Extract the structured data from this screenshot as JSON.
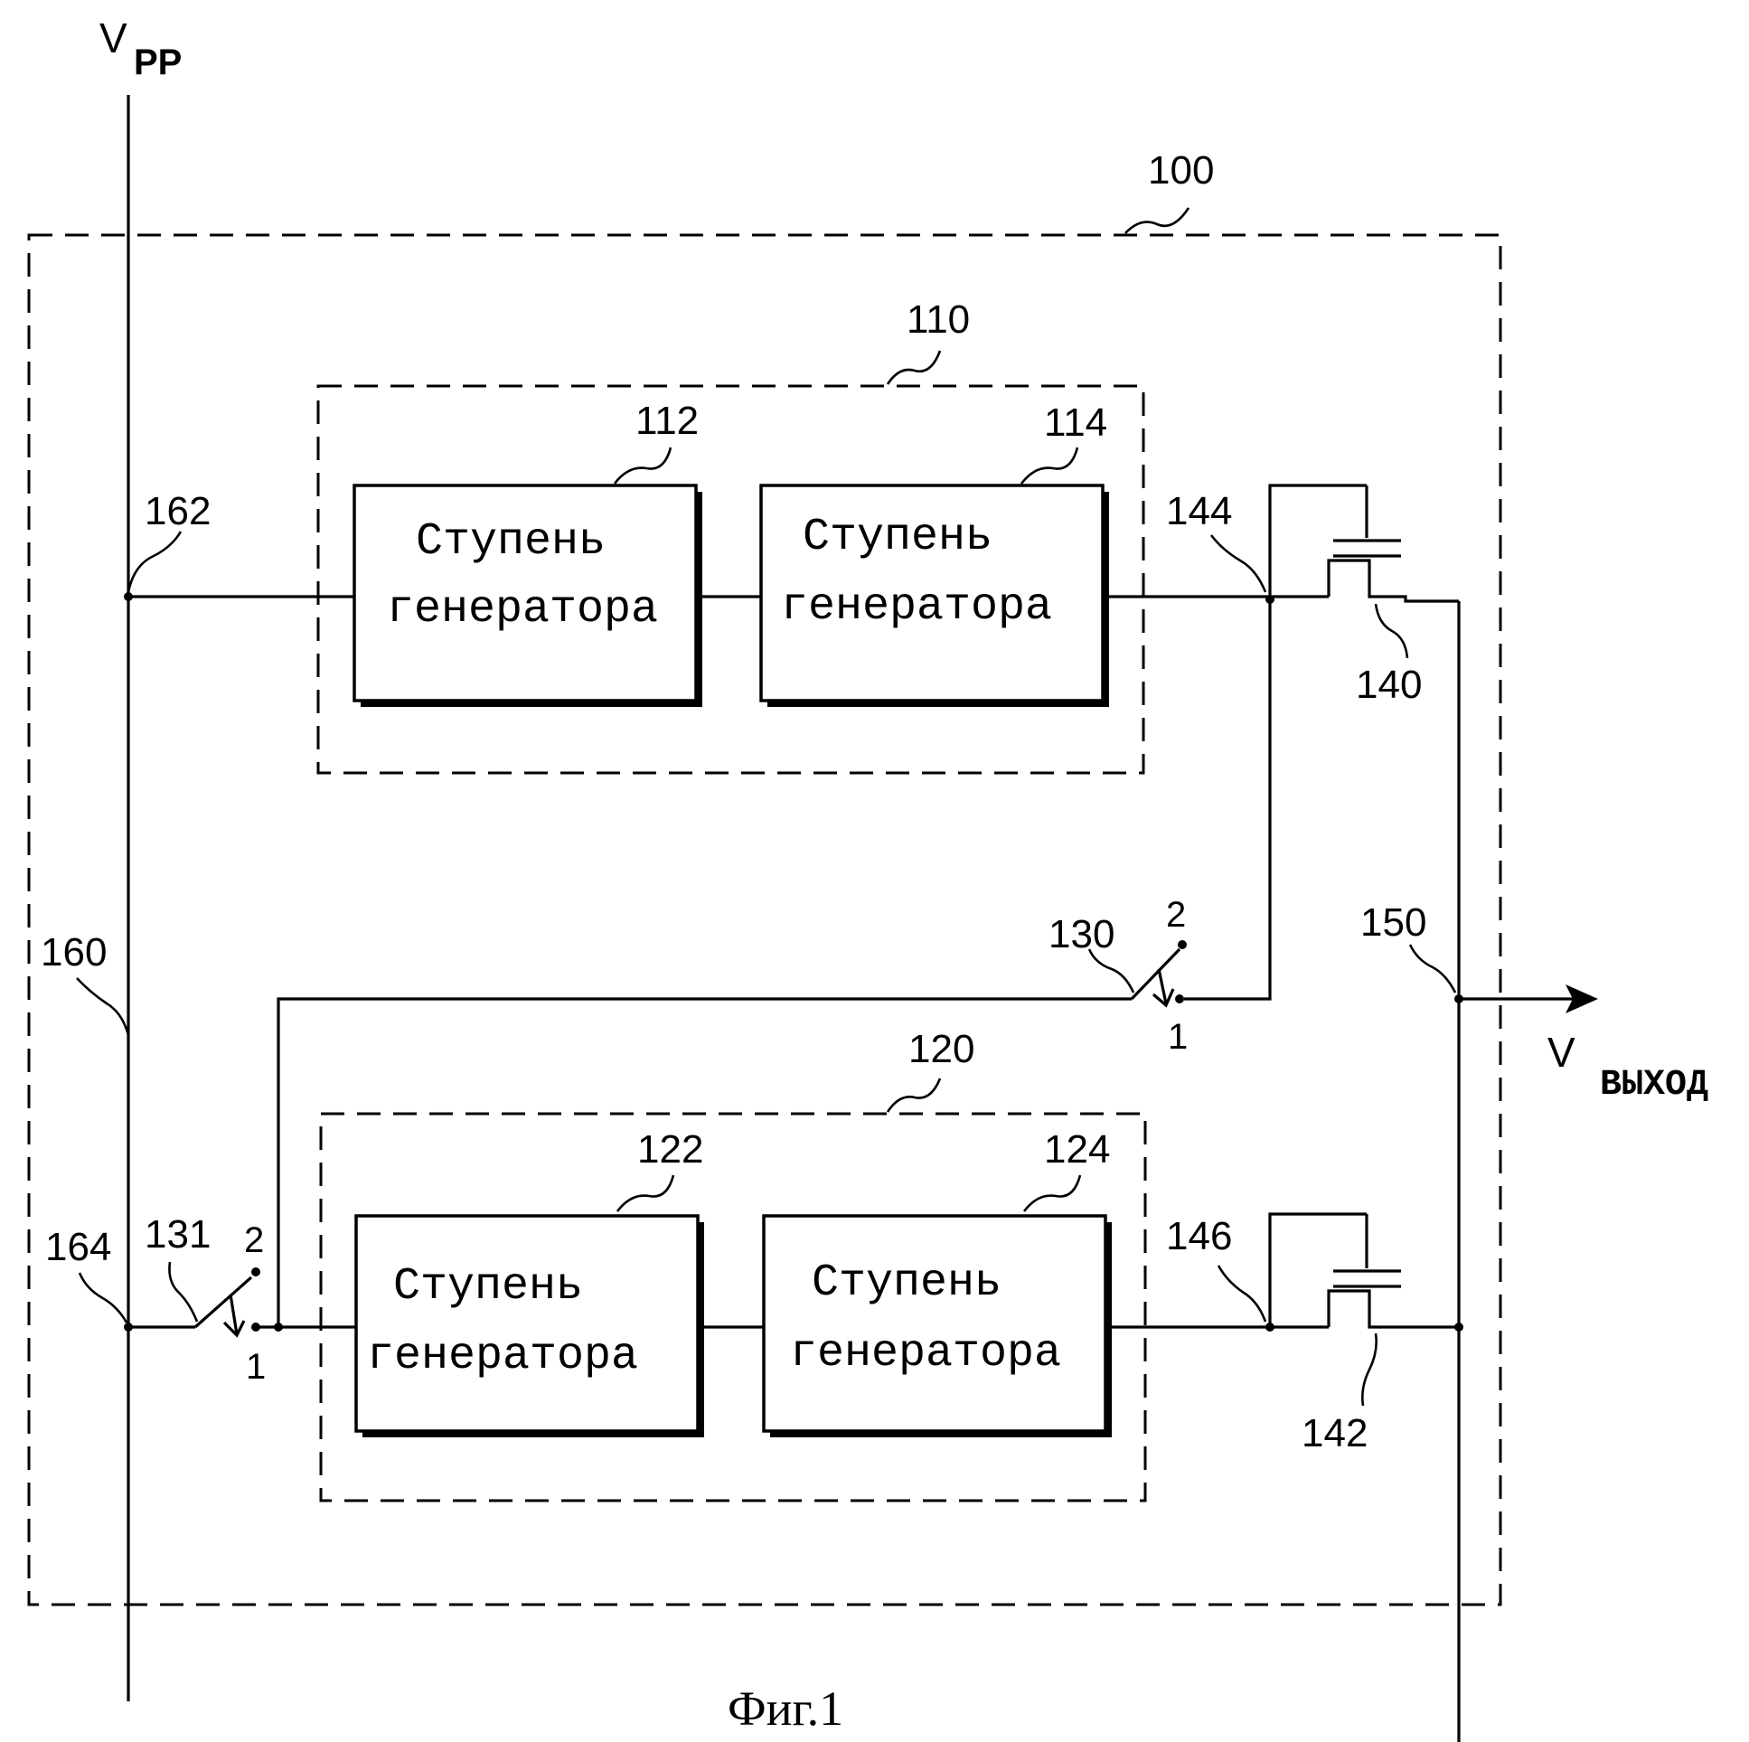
{
  "supply": {
    "symbol": "V",
    "subscript": "PP"
  },
  "output": {
    "symbol": "V",
    "subscript": "ВЫХОД"
  },
  "references": {
    "r100": "100",
    "r110": "110",
    "r112": "112",
    "r114": "114",
    "r120": "120",
    "r122": "122",
    "r124": "124",
    "r130": "130",
    "r131": "131",
    "r140": "140",
    "r142": "142",
    "r144": "144",
    "r146": "146",
    "r150": "150",
    "r160": "160",
    "r162": "162",
    "r164": "164"
  },
  "switch_130": {
    "pos1": "1",
    "pos2": "2"
  },
  "switch_131": {
    "pos1": "1",
    "pos2": "2"
  },
  "blocks": {
    "b112": {
      "line1": "Ступень",
      "line2": "генератора"
    },
    "b114": {
      "line1": "Ступень",
      "line2": "генератора"
    },
    "b122": {
      "line1": "Ступень",
      "line2": "генератора"
    },
    "b124": {
      "line1": "Ступень",
      "line2": "генератора"
    }
  },
  "caption": "Фиг.1"
}
